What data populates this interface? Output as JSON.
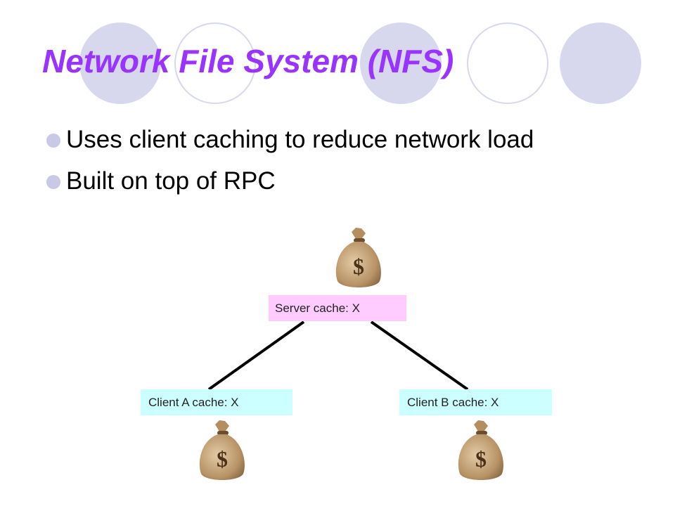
{
  "slide": {
    "title": "Network File System (NFS)",
    "bullets": [
      "Uses client caching to reduce network load",
      "Built on top of RPC"
    ]
  },
  "diagram": {
    "server": {
      "label": "Server cache:  X"
    },
    "client_a": {
      "label": "Client A cache: X"
    },
    "client_b": {
      "label": "Client B cache: X"
    },
    "bag_symbol": "$",
    "colors": {
      "server_box": "#ffccff",
      "client_box": "#ccffff",
      "title": "#9933ff",
      "decor_circle": "#d7d7ee",
      "bag_body": "#c2a37a"
    }
  }
}
